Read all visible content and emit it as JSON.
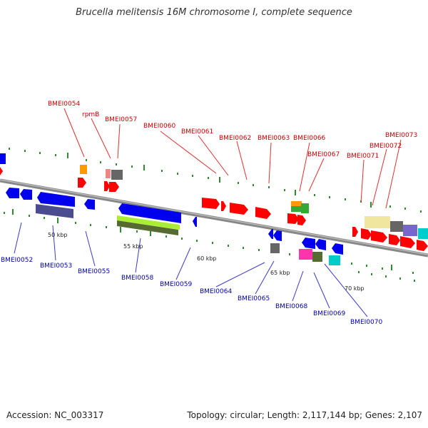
{
  "title": "Brucella melitensis 16M chromosome I, complete sequence",
  "footer": {
    "accession": "Accession: NC_003317",
    "summary": "Topology: circular; Length: 2,117,144 bp; Genes: 2,107"
  },
  "colors": {
    "forward_label": "#cc0000",
    "reverse_label": "#0000aa",
    "forward_gene": "#ff0000",
    "reverse_gene": "#0000ee",
    "backbone": "#888888",
    "tick": "#2e8b2e"
  },
  "scale_labels": [
    "50 kbp",
    "55 kbp",
    "60 kbp",
    "65 kbp",
    "70 kbp"
  ],
  "forward_labels": [
    "BMEI0054",
    "rpmB",
    "BMEI0057",
    "BMEI0060",
    "BMEI0061",
    "BMEI0062",
    "BMEI0063",
    "BMEI0066",
    "BMEI0067",
    "BMEI0071",
    "BMEI0072",
    "BMEI0073"
  ],
  "reverse_labels": [
    "BMEI0052",
    "BMEI0053",
    "BMEI0055",
    "BMEI0058",
    "BMEI0059",
    "BMEI0064",
    "BMEI0065",
    "BMEI0068",
    "BMEI0069",
    "BMEI0070"
  ],
  "feature_colors": [
    "#ff9900",
    "#ee8888",
    "#666666",
    "#33aa33",
    "#f0e6a0",
    "#7766cc",
    "#00cccc",
    "#ff33aa",
    "#556b2f",
    "#aaee33",
    "#4b4b8f"
  ]
}
